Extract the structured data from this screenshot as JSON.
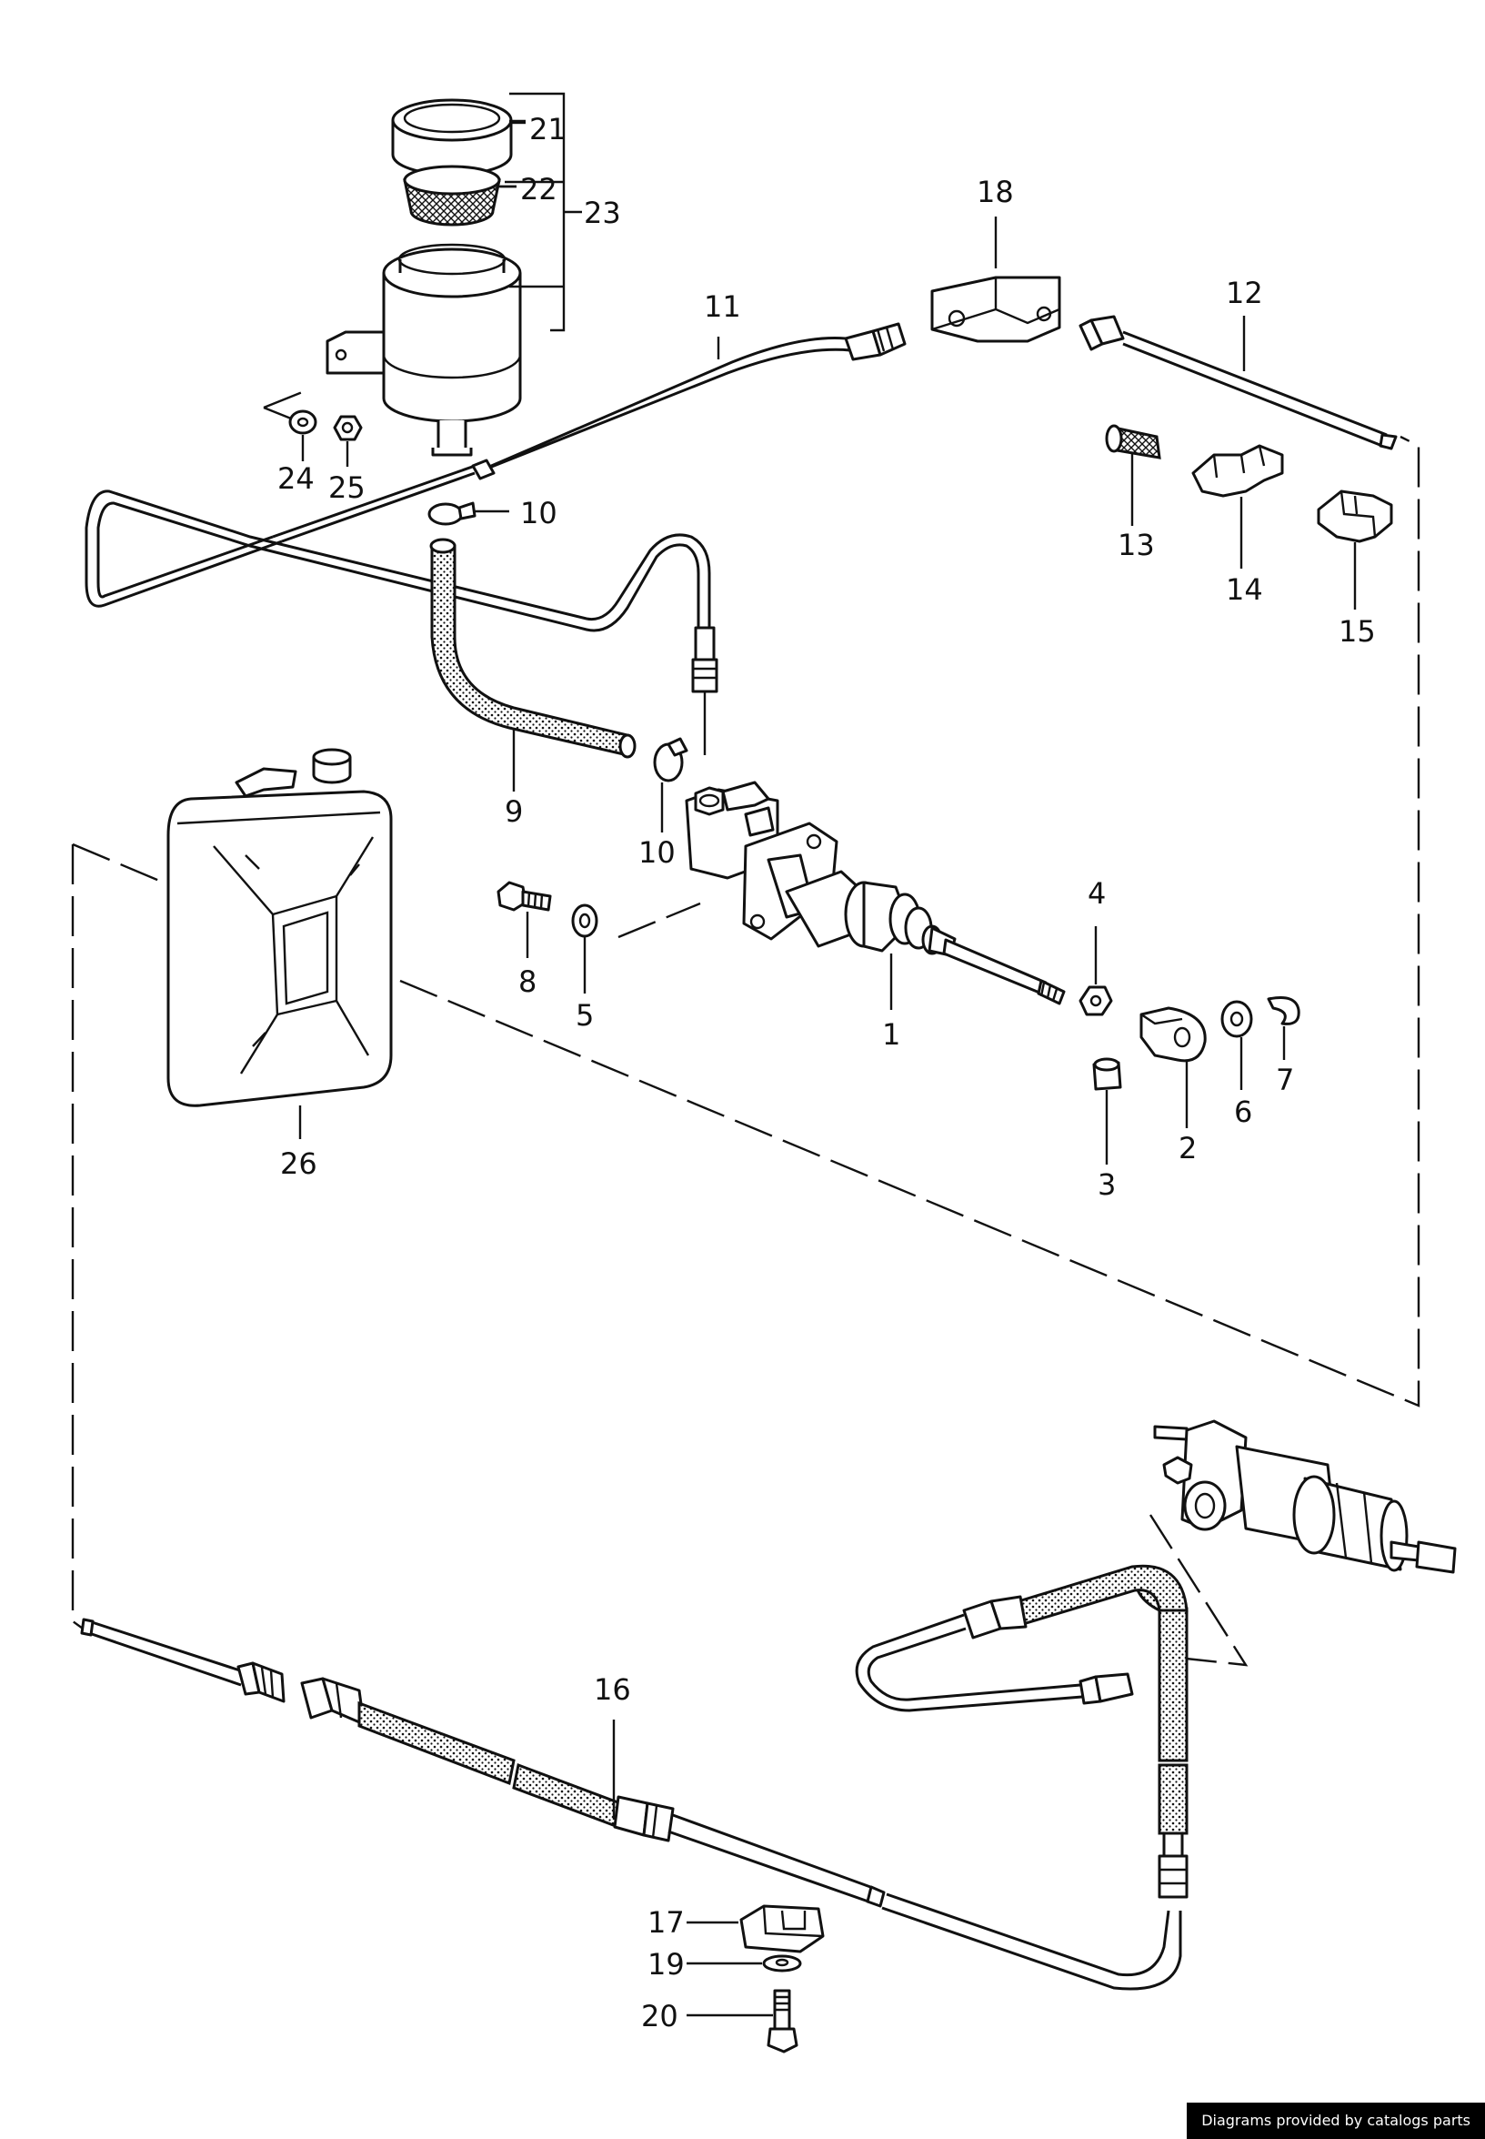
{
  "labels": {
    "n1": "1",
    "n2": "2",
    "n3": "3",
    "n4": "4",
    "n5": "5",
    "n6": "6",
    "n7": "7",
    "n8": "8",
    "n9": "9",
    "n10a": "10",
    "n10b": "10",
    "n11": "11",
    "n12": "12",
    "n13": "13",
    "n14": "14",
    "n15": "15",
    "n16": "16",
    "n17": "17",
    "n18": "18",
    "n19": "19",
    "n20": "20",
    "n21": "21",
    "n22": "22",
    "n23": "23",
    "n24": "24",
    "n25": "25",
    "n26": "26"
  },
  "credit": "Diagrams provided by catalogs parts"
}
